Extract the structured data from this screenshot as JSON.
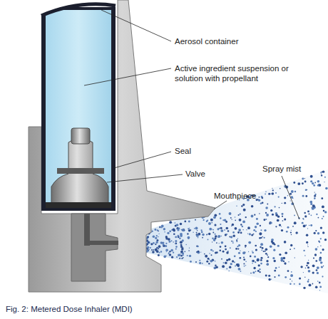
{
  "diagram": {
    "caption": "Fig. 2: Metered Dose Inhaler (MDI)",
    "labels": [
      "Aerosol container",
      "Active ingredient suspension or solution with propellant",
      "Seal",
      "Valve",
      "Spray mist",
      "Mouthpiece"
    ]
  }
}
